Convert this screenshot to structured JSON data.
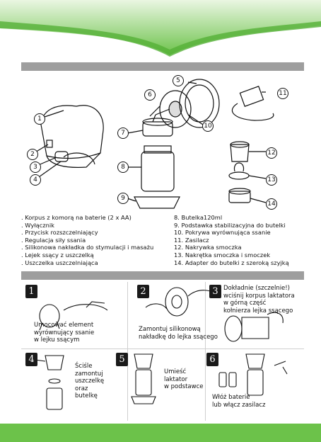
{
  "parts_left": [
    ". Korpus z komorą na baterie (2 x AA)",
    ". Wyłącznik",
    ". Przycisk rozszczelniający",
    ". Regulacja siły ssania",
    ". Silikonowa nakładka do stymulacji i masażu",
    ". Lejek ssący z uszczelką",
    ". Uszczelka uszczelniająca"
  ],
  "parts_right": [
    "8. Butelka120ml",
    "9. Podstawka stabilizacyjna do butelki",
    "10. Pokrywa wyrównująca ssanie",
    "11. Zasilacz",
    "12. Nakrywka smoczka",
    "13. Nakrętka smoczka i smoczek",
    "14. Adapter do butelki z szeroką szyjką"
  ],
  "callouts": [
    "1",
    "2",
    "3",
    "4",
    "5",
    "6",
    "7",
    "8",
    "9",
    "10",
    "11",
    "12",
    "13",
    "14"
  ],
  "steps": [
    {
      "num": "1",
      "text": "Umocować element\nwyrównujący ssanie\nw lejku ssącym"
    },
    {
      "num": "2",
      "text": "Zamontuj silikonową\nnakładkę do lejka ssącego"
    },
    {
      "num": "3",
      "text": "Dokładnie (szczelnie!)\nwciśnij korpus laktatora\nw górną część\nkołnierza lejka ssącego"
    },
    {
      "num": "4",
      "text": "Ściśle\nzamontuj\nuszczelkę\noraz\nbutelkę"
    },
    {
      "num": "5",
      "text": "Umieść\nlaktator\nw podstawce"
    },
    {
      "num": "6",
      "text": "Włóż baterie\nlub włącz zasilacz"
    }
  ],
  "colors": {
    "accent_green": "#6cc24a",
    "section_bar": "#9e9e9e"
  }
}
